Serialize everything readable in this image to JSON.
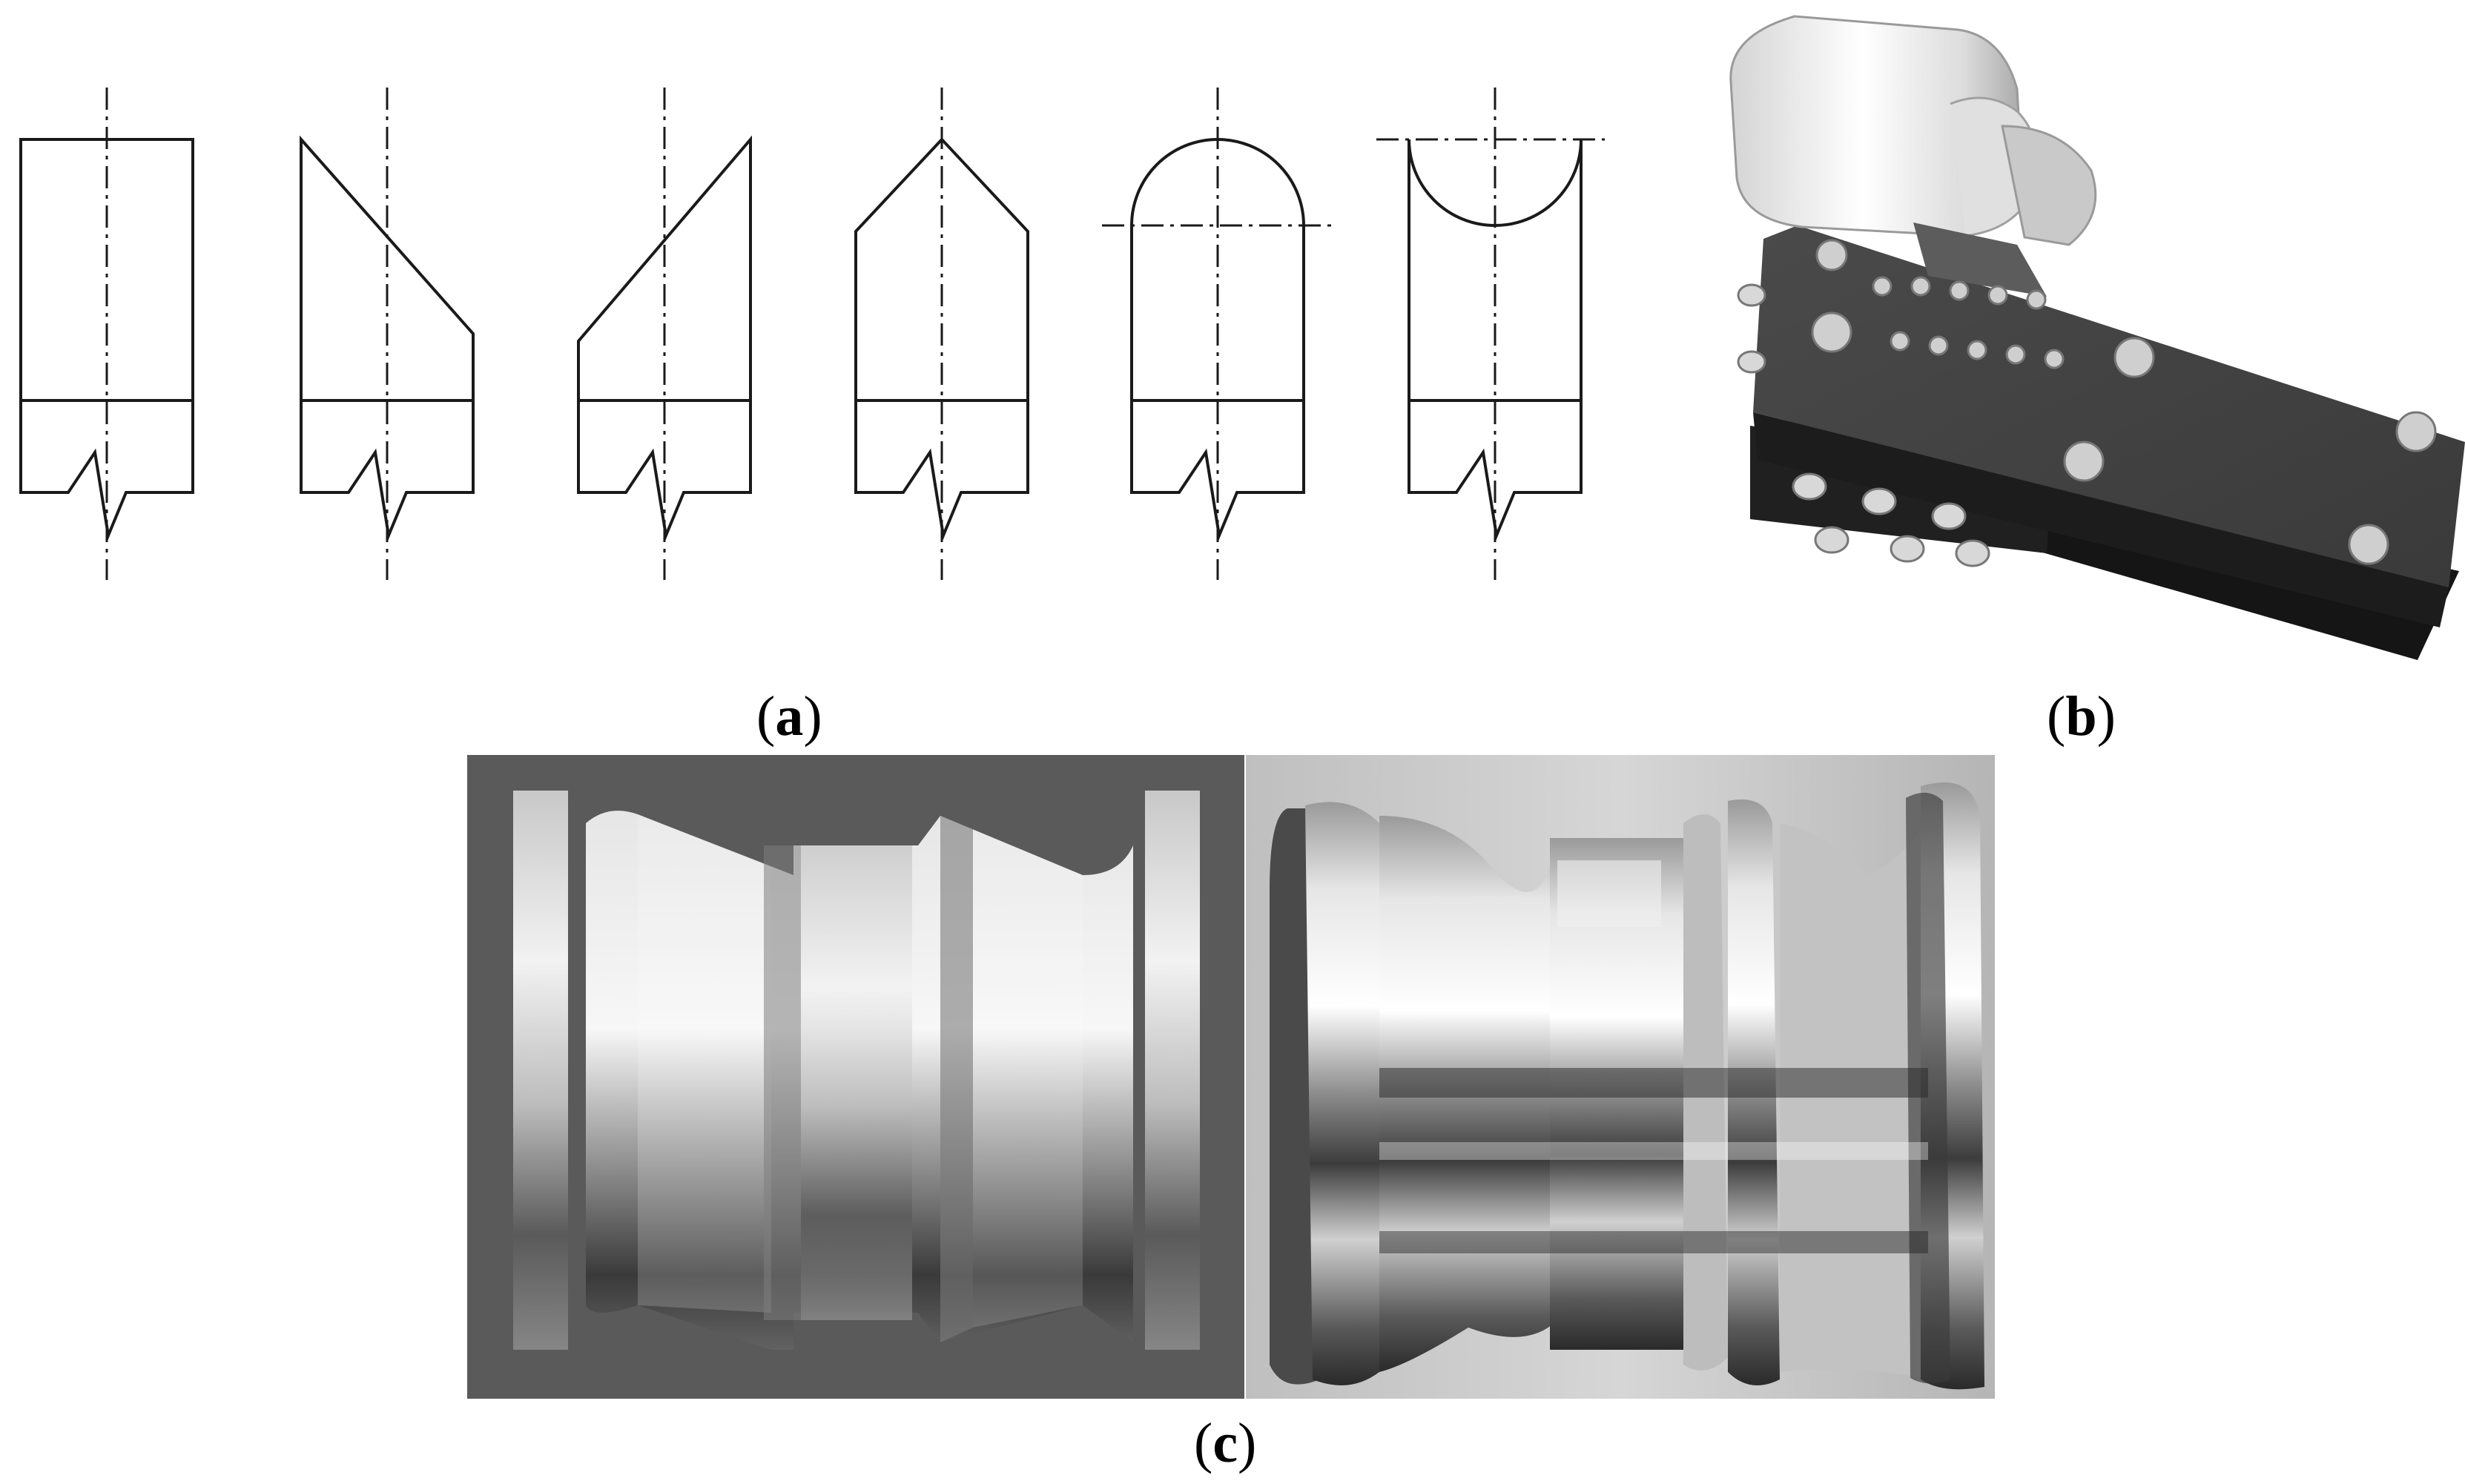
{
  "panels": {
    "a": {
      "open": "(",
      "letter": "a",
      "close": ")"
    },
    "b": {
      "open": "(",
      "letter": "b",
      "close": ")"
    },
    "c": {
      "open": "(",
      "letter": "c",
      "close": ")"
    }
  },
  "tool_profiles": [
    "flat",
    "right-bevel",
    "left-bevel",
    "pointed",
    "convex-radius",
    "concave-radius"
  ],
  "colors": {
    "line": "#1a1a1a",
    "background": "#ffffff",
    "render_background": "#5a5a5a",
    "insert_body": "#3c3c3c",
    "metal_light": "#e8e8e8",
    "metal_dark": "#2a2a2a"
  }
}
